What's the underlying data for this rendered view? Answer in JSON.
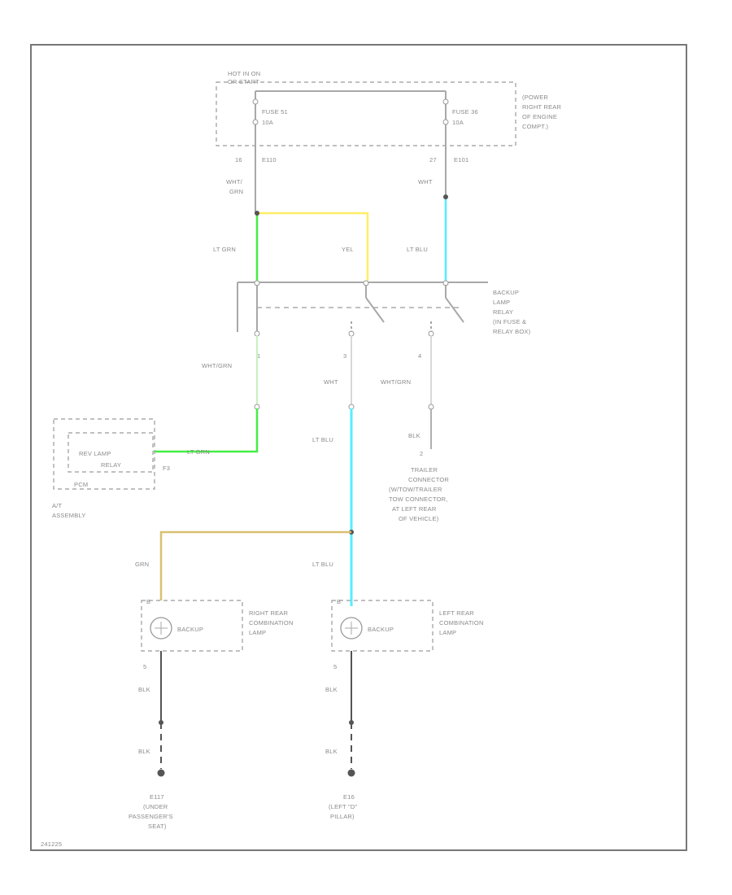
{
  "colors": {
    "lt_grn": "#44ee44",
    "yel": "#ffee66",
    "lt_blu": "#55eeff",
    "grn": "#d9c070",
    "wht_grn": "#c8f0c0",
    "gray": "#b0b0b0"
  },
  "fuse_box": {
    "hot_label_1": "HOT IN ON",
    "hot_label_2": "OR START",
    "fuse_1": "FUSE 51",
    "fuse_1_amp": "10A",
    "fuse_2": "FUSE 36",
    "fuse_2_amp": "10A",
    "location_1": "(POWER",
    "location_2": "RIGHT REAR",
    "location_3": "OF ENGINE",
    "location_4": "COMPT.)",
    "pin_left": "16",
    "conn_left": "E110",
    "pin_right": "27",
    "conn_right": "E101"
  },
  "wires": {
    "wht_grn_1": "WHT/",
    "wht_grn_2": "GRN",
    "wht_right": "WHT",
    "lt_grn": "LT GRN",
    "yel": "YEL",
    "lt_blu_top": "LT BLU",
    "wht_grn_pin1": "WHT/GRN",
    "wht_pin3": "WHT",
    "wht_grn_pin4": "WHT/GRN",
    "lt_grn_pcm": "LT GRN",
    "lt_blu_mid": "LT BLU",
    "blk_trailer": "BLK",
    "grn": "GRN",
    "lt_blu_lamp": "LT BLU",
    "blk_left_1": "BLK",
    "blk_left_2": "BLK",
    "blk_right_1": "BLK",
    "blk_right_2": "BLK"
  },
  "relay": {
    "label_1": "BACKUP",
    "label_2": "LAMP",
    "label_3": "RELAY",
    "label_4": "(IN FUSE &",
    "label_5": "RELAY BOX)",
    "pin_1": "1",
    "pin_3": "3",
    "pin_4": "4"
  },
  "pcm": {
    "label": "REV LAMP",
    "label_2": "RELAY",
    "pcm": "PCM",
    "pin": "F3",
    "assembly_1": "A/T",
    "assembly_2": "ASSEMBLY"
  },
  "trailer": {
    "pin": "2",
    "label_1": "TRAILER",
    "label_2": "CONNECTOR",
    "label_3": "(W/TOW/TRAILER",
    "label_4": "TOW CONNECTOR,",
    "label_5": "AT LEFT REAR",
    "label_6": "OF VEHICLE)"
  },
  "lamps": {
    "right_pin_top": "B",
    "right_pin_bottom": "5",
    "right_name": "BACKUP",
    "right_label_1": "RIGHT REAR",
    "right_label_2": "COMBINATION",
    "right_label_3": "LAMP",
    "left_pin_top": "B",
    "left_pin_bottom": "5",
    "left_name": "BACKUP",
    "left_label_1": "LEFT REAR",
    "left_label_2": "COMBINATION",
    "left_label_3": "LAMP"
  },
  "grounds": {
    "left_id": "E117",
    "left_1": "(UNDER",
    "left_2": "PASSENGER'S",
    "left_3": "SEAT)",
    "right_id": "E16",
    "right_1": "(LEFT \"D\"",
    "right_2": "PILLAR)"
  },
  "footer": {
    "code": "241225"
  }
}
